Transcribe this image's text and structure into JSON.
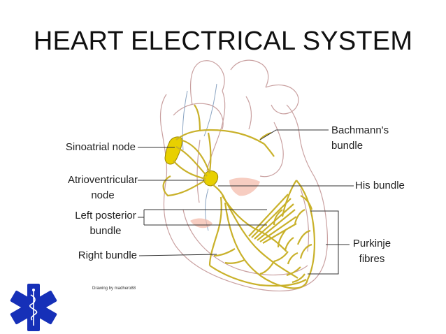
{
  "title": "HEART ELECTRICAL SYSTEM",
  "labels": {
    "sinoatrial": "Sinoatrial node",
    "atrioventricular_1": "Atrioventricular",
    "atrioventricular_2": "node",
    "left_posterior_1": "Left posterior",
    "left_posterior_2": "bundle",
    "right_bundle": "Right bundle",
    "bachmann_1": "Bachmann's",
    "bachmann_2": "bundle",
    "his_bundle": "His bundle",
    "purkinje_1": "Purkinje",
    "purkinje_2": "fibres"
  },
  "credit": "Drawing by madhero88",
  "colors": {
    "conduction": "#e8d000",
    "conduction_stroke": "#9a8700",
    "conduction_fibres": "#c9b12a",
    "heart_outline": "#c9a0a0",
    "vessel_outline": "#8aa4c2",
    "highlight": "#f4b8a8",
    "leader_line": "#333333",
    "emblem": "#1630b8"
  },
  "icons": {
    "emblem": "star-of-life-icon"
  }
}
